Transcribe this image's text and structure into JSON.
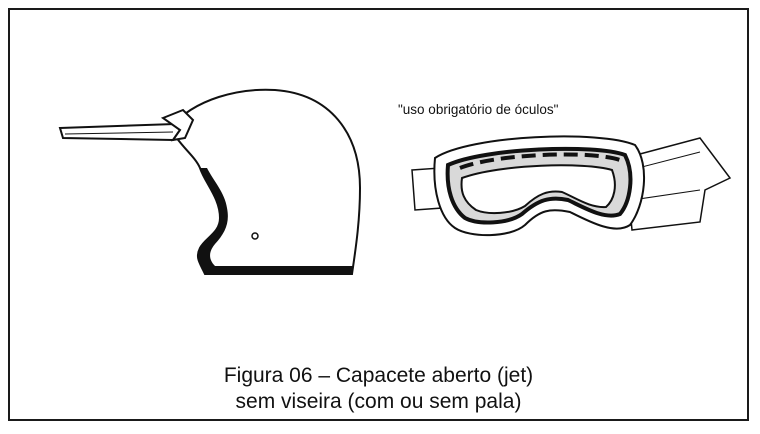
{
  "figure": {
    "note": "\"uso obrigatório de óculos\"",
    "caption_line1": "Figura 06 – Capacete aberto (jet)",
    "caption_line2": "sem viseira (com ou sem pala)"
  },
  "icons": {
    "helmet": "open-face-helmet-with-peak",
    "goggles": "protective-goggles"
  },
  "colors": {
    "ink": "#111111",
    "border": "#1a1a1a",
    "lens": "#d9d9d9"
  }
}
